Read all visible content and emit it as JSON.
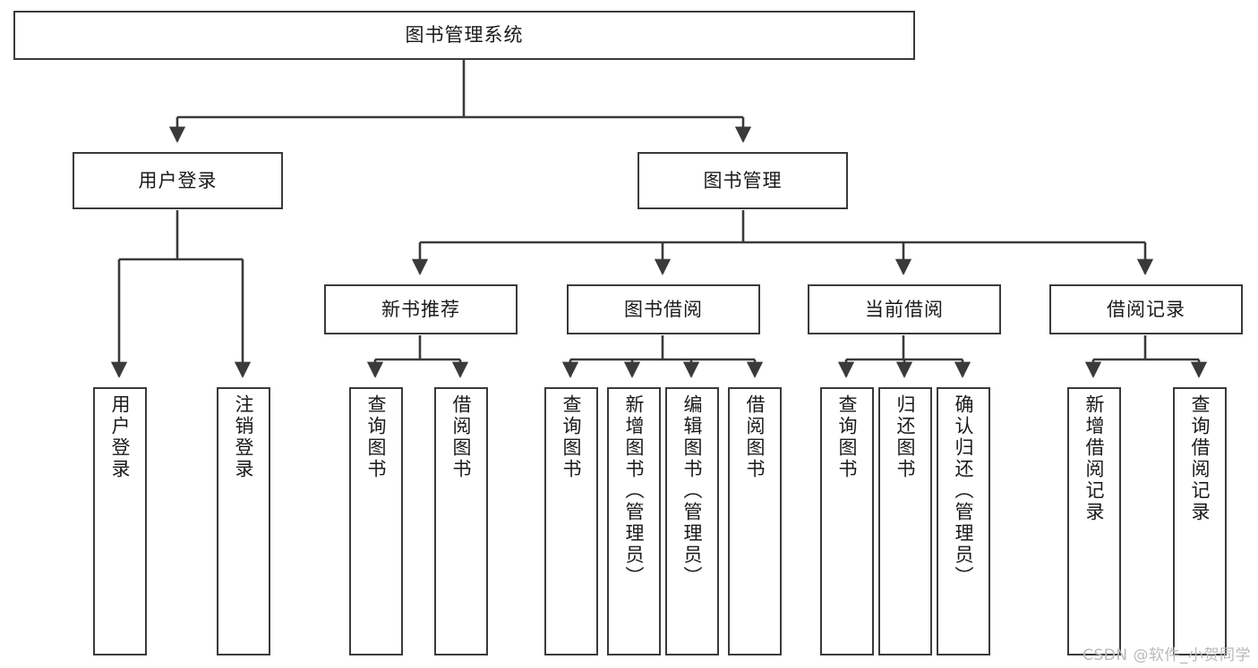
{
  "diagram": {
    "title": "图书管理系统",
    "watermark": "CSDN @软件_小贺同学",
    "colors": {
      "background": "#ffffff",
      "box_border": "#3a3a3a",
      "connector": "#3a3a3a",
      "text": "#1a1a1a",
      "watermark": "#b9b9b9"
    },
    "root": {
      "label": "图书管理系统"
    },
    "level2": [
      {
        "label": "用户登录"
      },
      {
        "label": "图书管理"
      }
    ],
    "level3": [
      {
        "label": "新书推荐"
      },
      {
        "label": "图书借阅"
      },
      {
        "label": "当前借阅"
      },
      {
        "label": "借阅记录"
      }
    ],
    "leaves": {
      "user_login": [
        {
          "label": "用户登录"
        },
        {
          "label": "注销登录"
        }
      ],
      "new_book_recommend": [
        {
          "label": "查询图书"
        },
        {
          "label": "借阅图书"
        }
      ],
      "book_borrow": [
        {
          "label": "查询图书"
        },
        {
          "label": "新增图书（管理员）"
        },
        {
          "label": "编辑图书（管理员）"
        },
        {
          "label": "借阅图书"
        }
      ],
      "current_borrow": [
        {
          "label": "查询图书"
        },
        {
          "label": "归还图书"
        },
        {
          "label": "确认归还（管理员）"
        }
      ],
      "borrow_record": [
        {
          "label": "新增借阅记录"
        },
        {
          "label": "查询借阅记录"
        }
      ]
    }
  }
}
